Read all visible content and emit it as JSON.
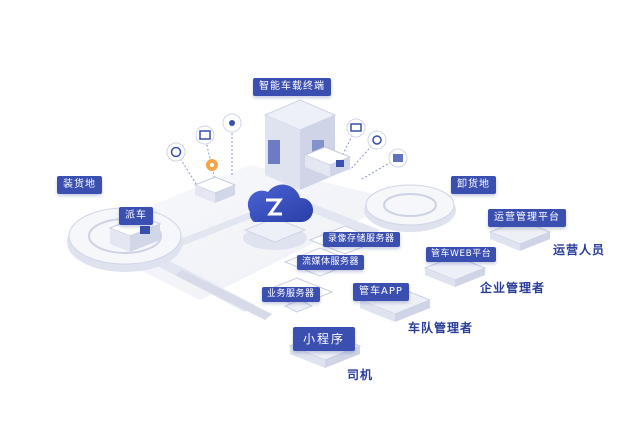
{
  "labels": {
    "terminal": "智能车载终端",
    "loading": "装货地",
    "dispatch": "派车",
    "unloading": "卸货地",
    "video_server": "录像存储服务器",
    "stream_server": "流媒体服务器",
    "business_server": "业务服务器",
    "fleet_app": "管车APP",
    "fleet_web": "管车WEB平台",
    "ops_platform": "运营管理平台",
    "mini_program": "小程序"
  },
  "roles": {
    "ops_staff": "运营人员",
    "enterprise_manager": "企业管理者",
    "fleet_manager": "车队管理者",
    "driver": "司机"
  },
  "colors": {
    "accent": "#3a4fb0",
    "text": "#283c9a",
    "platform": "#eef0f7",
    "shadow": "#c9cee3",
    "cloud": "#3349b8"
  }
}
